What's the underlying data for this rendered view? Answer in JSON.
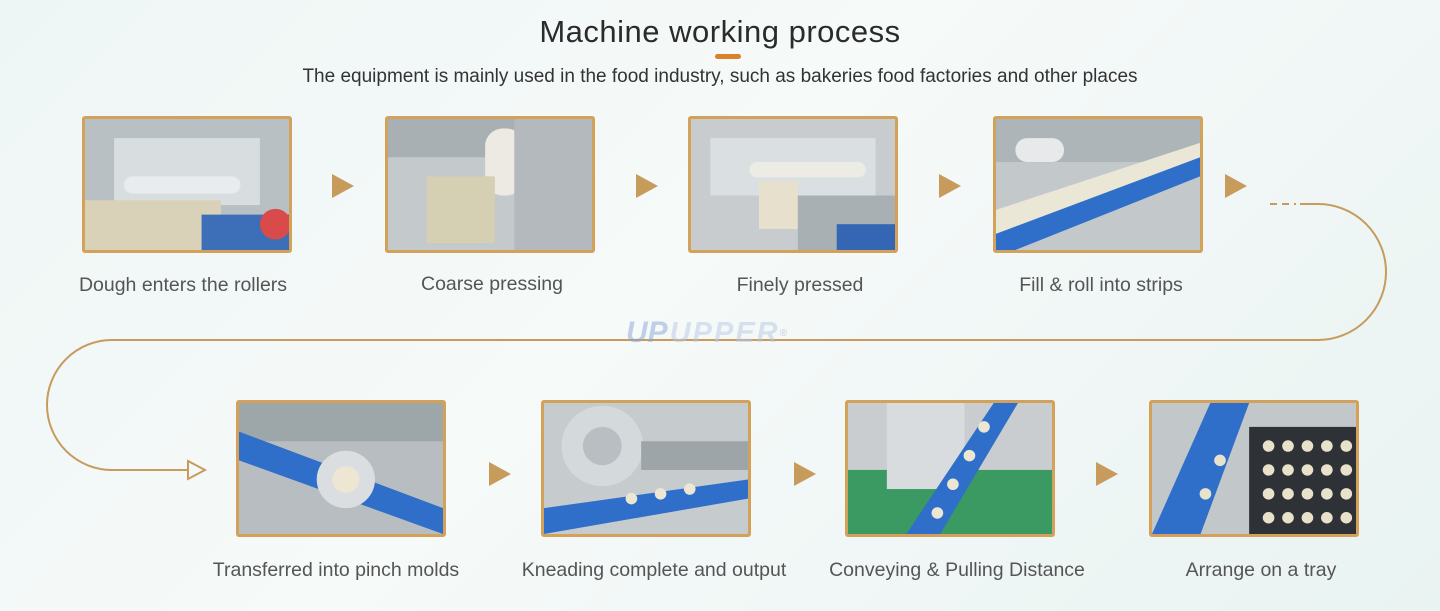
{
  "header": {
    "title": "Machine working process",
    "subtitle": "The equipment is mainly used in the food industry, such as bakeries food factories and other places"
  },
  "colors": {
    "accent": "#d9822b",
    "frame": "#d3a15a",
    "arrow": "#c79b5b",
    "belt": "#2f6fc9"
  },
  "steps_row1": [
    {
      "label": "Dough enters the rollers",
      "photo": "rollers-photo"
    },
    {
      "label": "Coarse pressing",
      "photo": "coarse-photo"
    },
    {
      "label": "Finely pressed",
      "photo": "fine-photo"
    },
    {
      "label": "Fill & roll into strips",
      "photo": "strips-photo"
    }
  ],
  "steps_row2": [
    {
      "label": "Transferred into pinch molds",
      "photo": "molds-photo"
    },
    {
      "label": "Kneading complete and output",
      "photo": "kneading-photo"
    },
    {
      "label": "Conveying & Pulling Distance",
      "photo": "conveying-photo"
    },
    {
      "label": "Arrange on a tray",
      "photo": "tray-photo"
    }
  ],
  "watermark": {
    "mark": "UP",
    "text": "UPPER",
    "reg": "®"
  }
}
